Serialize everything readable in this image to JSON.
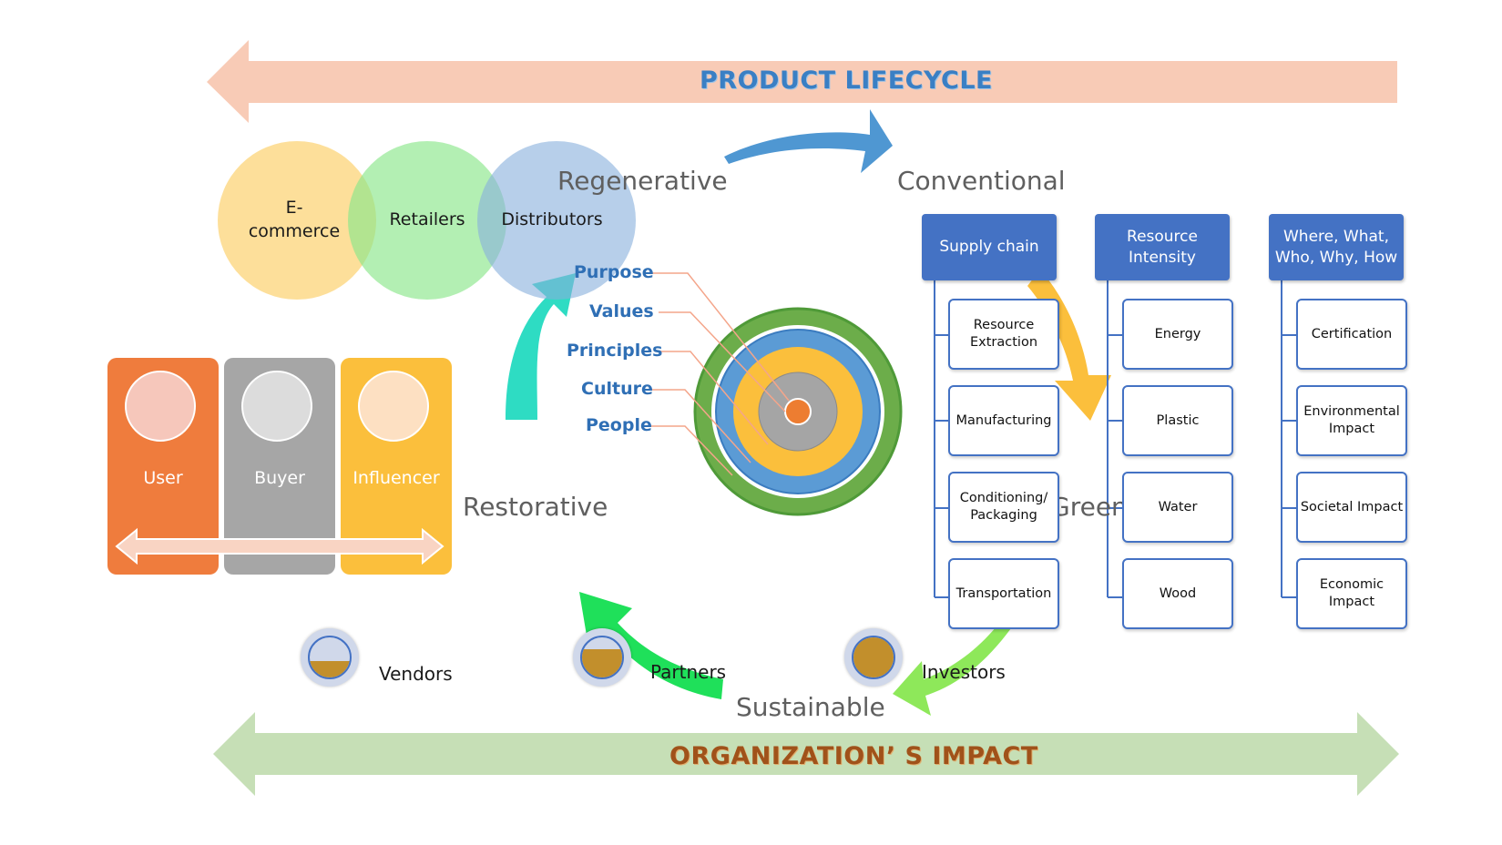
{
  "banners": {
    "top": "PRODUCT  LIFECYCLE",
    "bottom": "ORGANIZATION’ S  IMPACT"
  },
  "phases": {
    "regenerative": "Regenerative",
    "conventional": "Conventional",
    "restorative": "Restorative",
    "green": "Green",
    "sustainable": "Sustainable"
  },
  "channels": {
    "ecommerce": "E-\ncommerce",
    "retailers": "Retailers",
    "distributors": "Distributors"
  },
  "roles": {
    "user": "User",
    "buyer": "Buyer",
    "influencer": "Influencer"
  },
  "target_labels": [
    "Purpose",
    "Values",
    "Principles",
    "Culture",
    "People"
  ],
  "columns": [
    {
      "header": "Supply chain",
      "items": [
        "Resource\nExtraction",
        "Manufacturing",
        "Conditioning/\nPackaging",
        "Transportation"
      ]
    },
    {
      "header": "Resource\nIntensity",
      "items": [
        "Energy",
        "Plastic",
        "Water",
        "Wood"
      ]
    },
    {
      "header": "Where, What,\nWho, Why, How",
      "items": [
        "Certification",
        "Environmental\nImpact",
        "Societal Impact",
        "Economic\nImpact"
      ]
    }
  ],
  "stakeholders": [
    {
      "name": "Vendors",
      "fill": 0.4
    },
    {
      "name": "Partners",
      "fill": 0.7
    },
    {
      "name": "Investors",
      "fill": 1.0
    }
  ],
  "colors": {
    "banner_top": "#f8cbb6",
    "banner_top_text": "#3a7fc4",
    "banner_bottom": "#c6dfb6",
    "banner_bottom_text": "#a0521a",
    "box_blue": "#4472c4",
    "user": "#ef7c3d",
    "buyer": "#a6a6a6",
    "influencer": "#fbbf3c"
  }
}
